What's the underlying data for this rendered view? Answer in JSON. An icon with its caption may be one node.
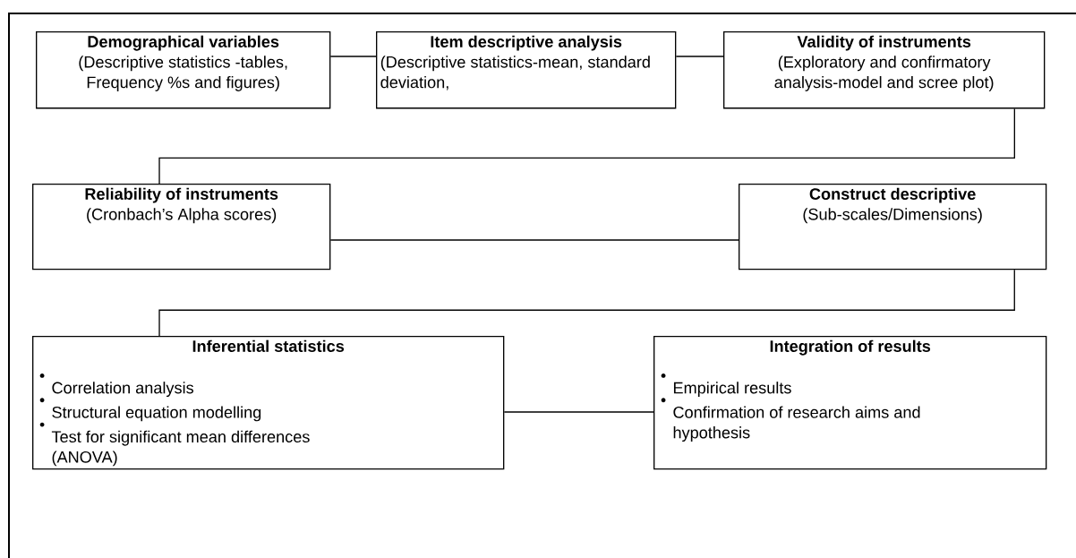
{
  "diagram": {
    "nodes": [
      {
        "text": [
          "Demographical variables",
          "(Descriptive statistics -tables, Frequency %s and figures)"
        ]
      },
      {
        "text": [
          "Item descriptive analysis",
          "(Descriptive statistics-mean, standard deviation,"
        ]
      },
      {
        "text": [
          "Validity of instruments",
          "(Exploratory and confirmatory analysis-model and scree plot)"
        ]
      },
      {
        "text": [
          "Reliability of instruments",
          "(Cronbach’s Alpha scores)"
        ]
      },
      {
        "text": [
          "Construct descriptive",
          "(Sub-scales/Dimensions)"
        ]
      },
      {
        "text": [
          "Inferential statistics",
          "Correlation analysis",
          "Structural equation modelling",
          "Test for significant mean differences (ANOVA)"
        ]
      },
      {
        "text": [
          "Integration of results",
          "Empirical results",
          "Confirmation of research aims and hypothesis"
        ]
      }
    ],
    "edges": [
      {
        "from": 0,
        "to": 1,
        "arrow": "none"
      },
      {
        "from": 1,
        "to": 2,
        "arrow": "none"
      },
      {
        "from": 2,
        "to": 3,
        "arrow": "none"
      },
      {
        "from": 3,
        "to": 4,
        "arrow": "none"
      },
      {
        "from": 4,
        "to": 5,
        "arrow": "none"
      },
      {
        "from": 5,
        "to": 6,
        "arrow": "none"
      }
    ]
  }
}
